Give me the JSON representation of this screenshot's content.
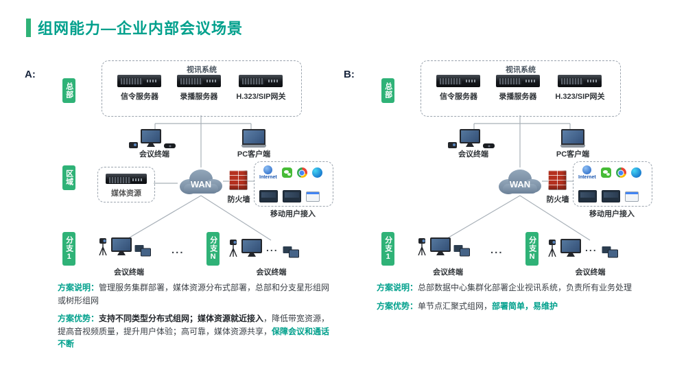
{
  "title": "组网能力—企业内部会议场景",
  "colors": {
    "accent_teal": "#00A08C",
    "accent_green": "#2FB277",
    "firewall_red": "#B5311F",
    "cloud_blue": "#7E93A8"
  },
  "a": {
    "label": "A:",
    "pill_hq": "总部",
    "pill_region": "区域",
    "pill_branch1": "分支1",
    "pill_branchN": "分支N",
    "video_system_title": "视讯系统",
    "servers": [
      "信令服务器",
      "录播服务器",
      "H.323/SIP网关"
    ],
    "terminal_label": "会议终端",
    "pc_label": "PC客户端",
    "media_label": "媒体资源",
    "wan": "WAN",
    "firewall_label": "防火墙",
    "mobile_label": "移动用户接入",
    "internet_label": "Internet",
    "branch_terminal_label_1": "会议终端",
    "branch_terminal_label_n": "会议终端",
    "dots1": "...",
    "dots2": "...",
    "desc_label": "方案说明：",
    "desc_text": "管理服务集群部署，媒体资源分布式部署，总部和分支星形组网或树形组网",
    "adv_label": "方案优势：",
    "adv_bold": "支持不同类型分布式组网；媒体资源就近接入",
    "adv_text": "，降低带宽资源，提高音视频质量，提升用户体验；高可靠，媒体资源共享，",
    "adv_teal": "保障会议和通话不断"
  },
  "b": {
    "label": "B:",
    "pill_hq": "总部",
    "pill_branch1": "分支1",
    "pill_branchN": "分支N",
    "video_system_title": "视讯系统",
    "servers": [
      "信令服务器",
      "录播服务器",
      "H.323/SIP网关"
    ],
    "terminal_label": "会议终端",
    "pc_label": "PC客户端",
    "wan": "WAN",
    "firewall_label": "防火墙",
    "mobile_label": "移动用户接入",
    "internet_label": "Internet",
    "branch_terminal_label_1": "会议终端",
    "branch_terminal_label_n": "会议终端",
    "dots1": "...",
    "dots2": "...",
    "desc_label": "方案说明：",
    "desc_text": "总部数据中心集群化部署企业视讯系统，负责所有业务处理",
    "adv_label": "方案优势：",
    "adv_text": "单节点汇聚式组网，",
    "adv_teal": "部署简单，易维护"
  }
}
